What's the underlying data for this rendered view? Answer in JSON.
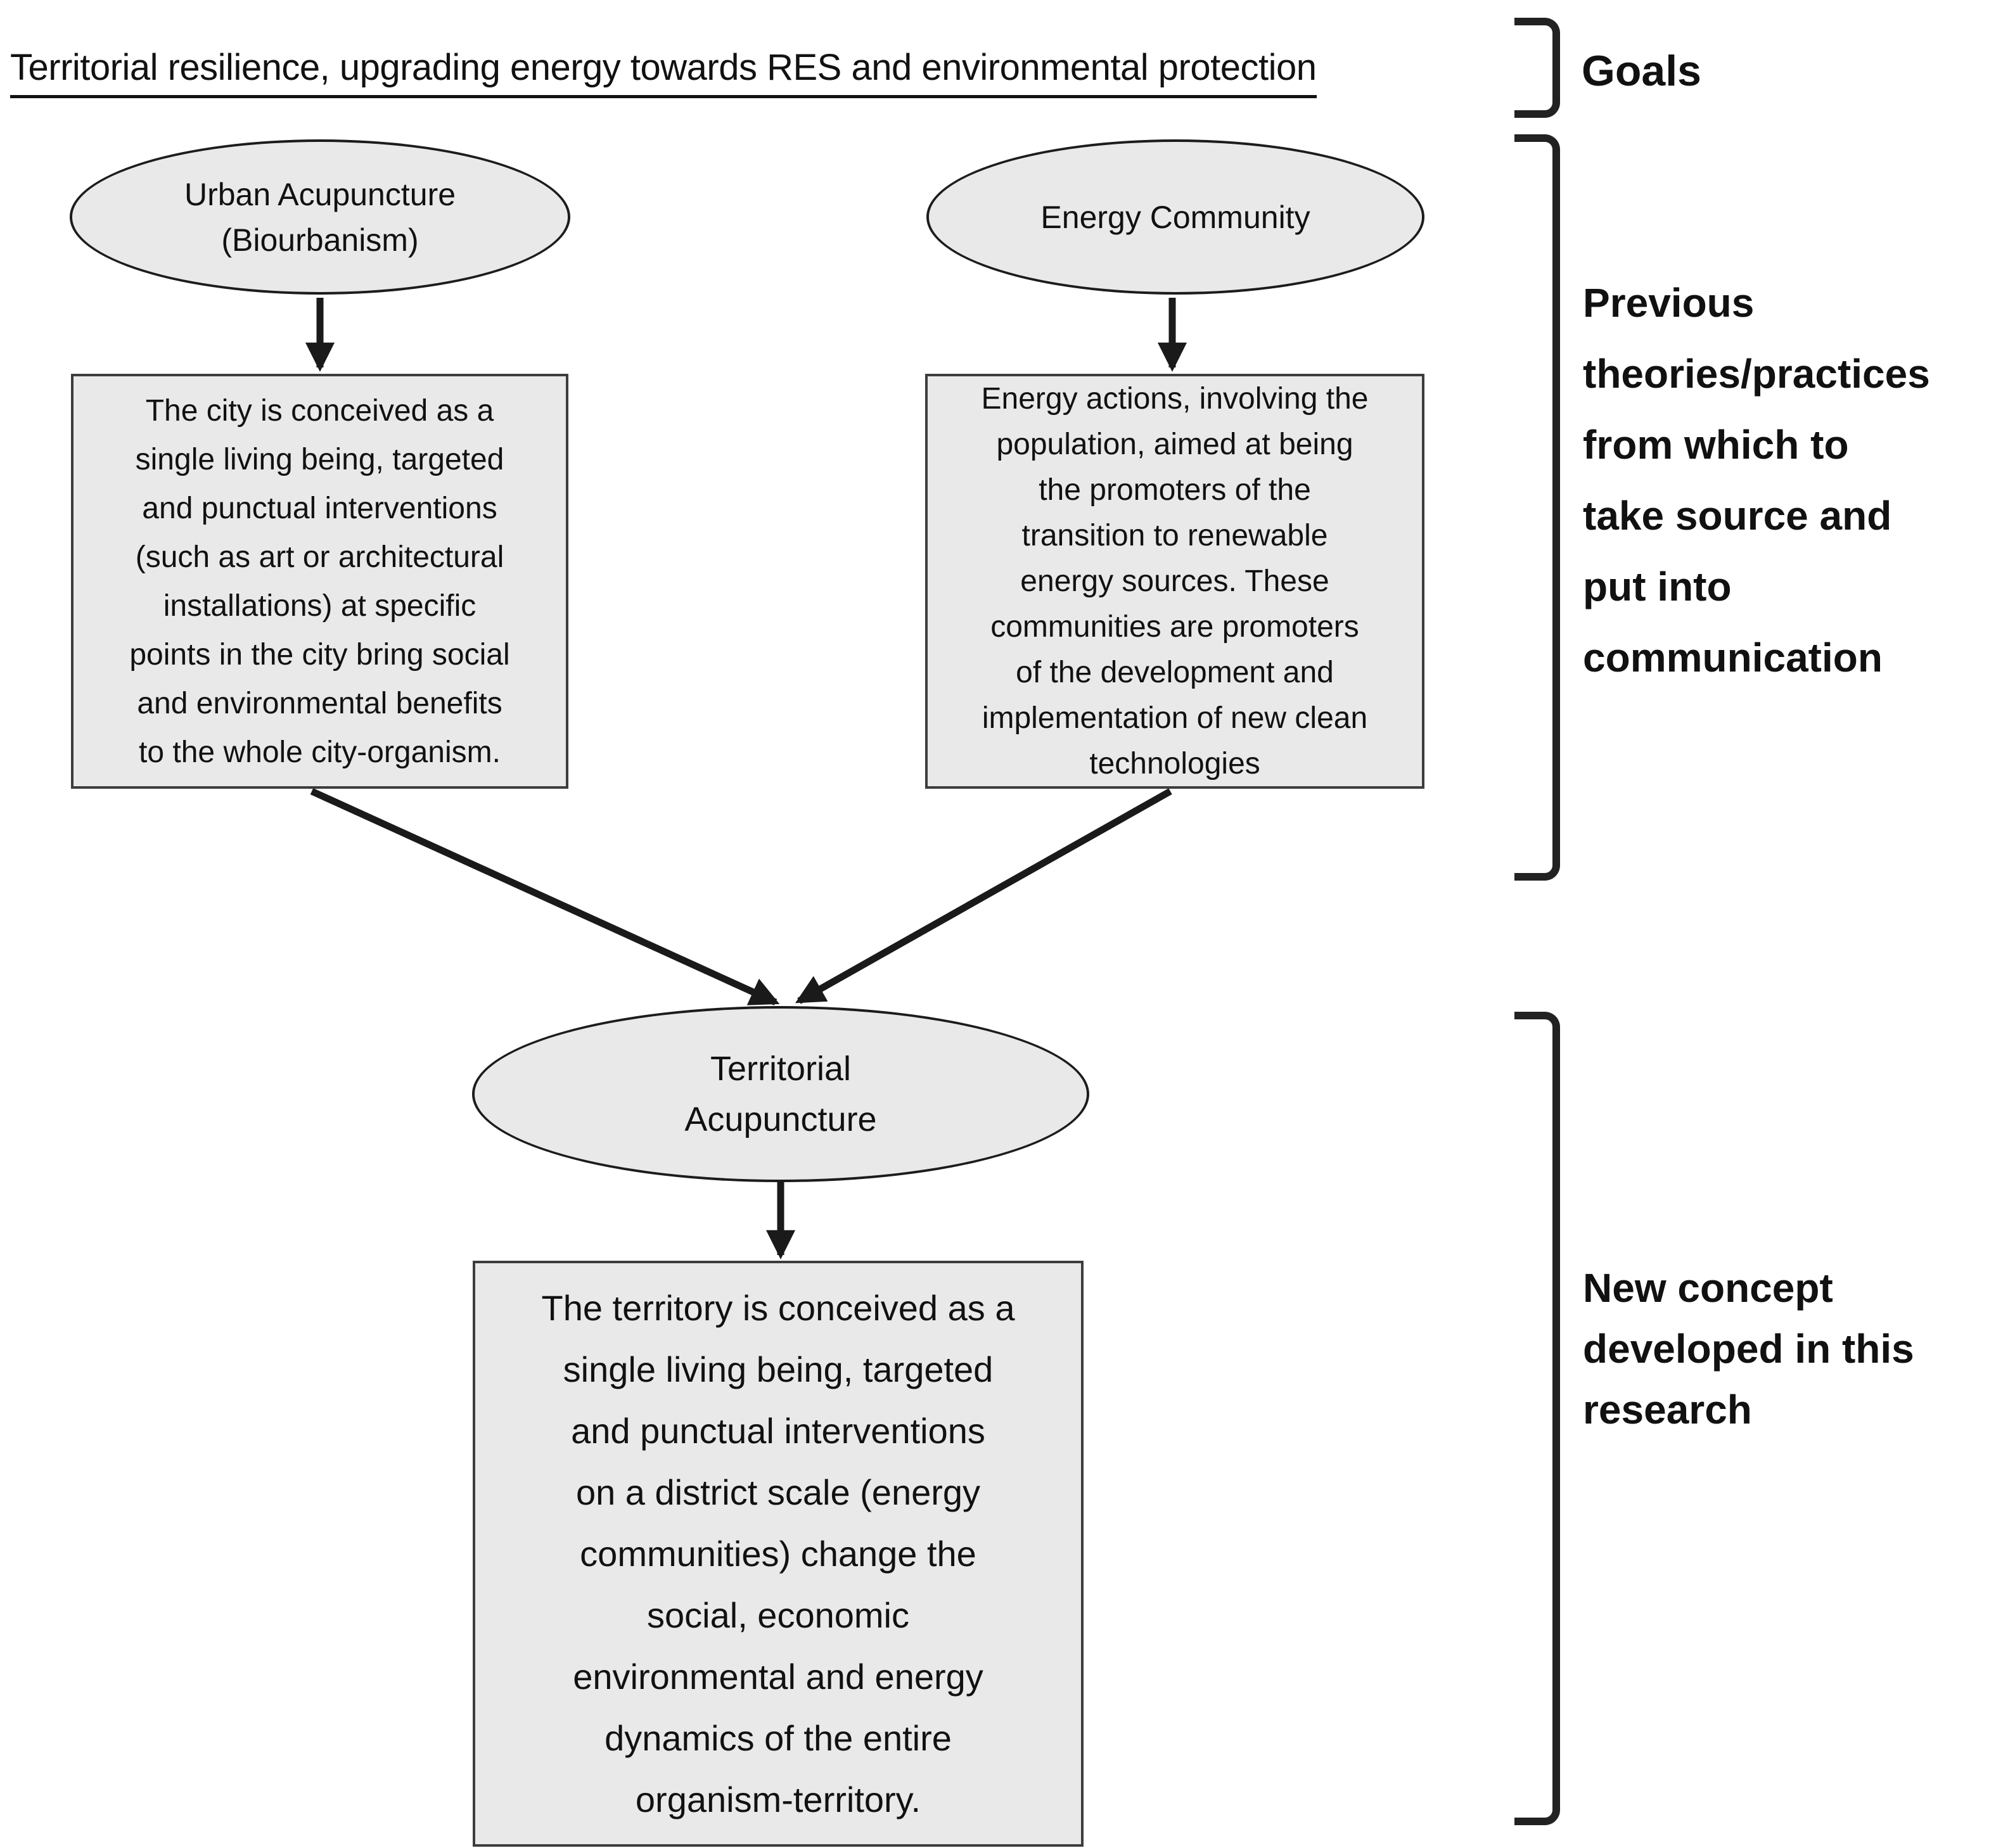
{
  "colors": {
    "node_fill": "#e9e9e9",
    "node_border_dark": "#1c1c1c",
    "box_border": "#3d3d3d",
    "line": "#1a1a1a",
    "text": "#111111"
  },
  "goal": {
    "title": "Territorial resilience, upgrading energy towards RES and environmental protection",
    "bracket_label": "Goals"
  },
  "previous_section": {
    "bracket_label": "Previous\ntheories/practices\nfrom which to\ntake source and\nput into\ncommunication"
  },
  "new_section": {
    "bracket_label": "New concept\ndeveloped in this\nresearch"
  },
  "nodes": {
    "urban_acupuncture": {
      "label": "Urban Acupuncture\n(Biourbanism)",
      "description": "The city is conceived as a\nsingle living being, targeted\nand punctual interventions\n(such as art or architectural\ninstallations) at specific\npoints in the city bring social\nand environmental benefits\nto the whole city-organism."
    },
    "energy_community": {
      "label": "Energy Community",
      "description": "Energy actions, involving the\npopulation, aimed at being\nthe promoters of the\ntransition to renewable\nenergy sources. These\ncommunities are promoters\nof the development and\nimplementation of new clean\ntechnologies"
    },
    "territorial_acupuncture": {
      "label": "Territorial\nAcupuncture",
      "description": "The territory is conceived as a\nsingle living being, targeted\nand punctual interventions\non a district scale (energy\ncommunities) change the\nsocial, economic\nenvironmental and energy\ndynamics of the entire\norganism-territory."
    }
  }
}
